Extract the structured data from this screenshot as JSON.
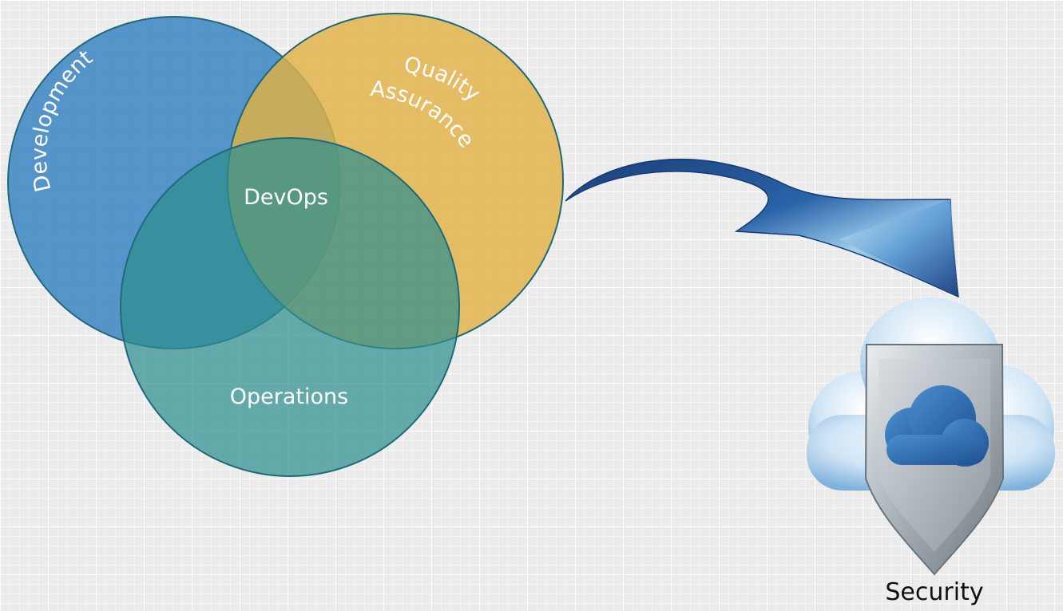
{
  "venn": {
    "circles": [
      {
        "id": "development",
        "label": "Development",
        "color": "#3f87c4"
      },
      {
        "id": "quality",
        "label_line1": "Quality",
        "label_line2": "Assurance",
        "color": "#e0b144"
      },
      {
        "id": "operations",
        "label": "Operations",
        "color": "#2e8f8f"
      }
    ],
    "center_label": "DevOps"
  },
  "arrow": {
    "color": "#1f4f93",
    "icon": "curved-arrow-icon"
  },
  "security": {
    "label": "Security",
    "icon": "cloud-shield-icon",
    "cloud_color": "#a8cdea",
    "shield_color": "#9ea6ab",
    "inner_cloud_color": "#2e74b5"
  }
}
